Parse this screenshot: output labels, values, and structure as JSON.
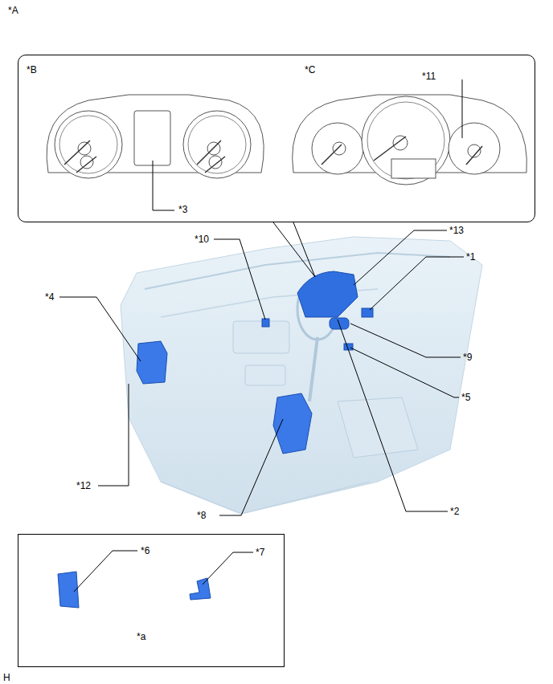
{
  "diagram": {
    "nodes": [
      {
        "text": [
          "*B",
          "*C",
          "*11",
          "*3"
        ]
      },
      {
        "text": [
          "*6",
          "*7",
          "*a"
        ]
      }
    ],
    "edges": [],
    "labels": [
      "*A",
      "*10",
      "*13",
      "*1",
      "*4",
      "*9",
      "*5",
      "*12",
      "*8",
      "*2",
      "H"
    ]
  }
}
